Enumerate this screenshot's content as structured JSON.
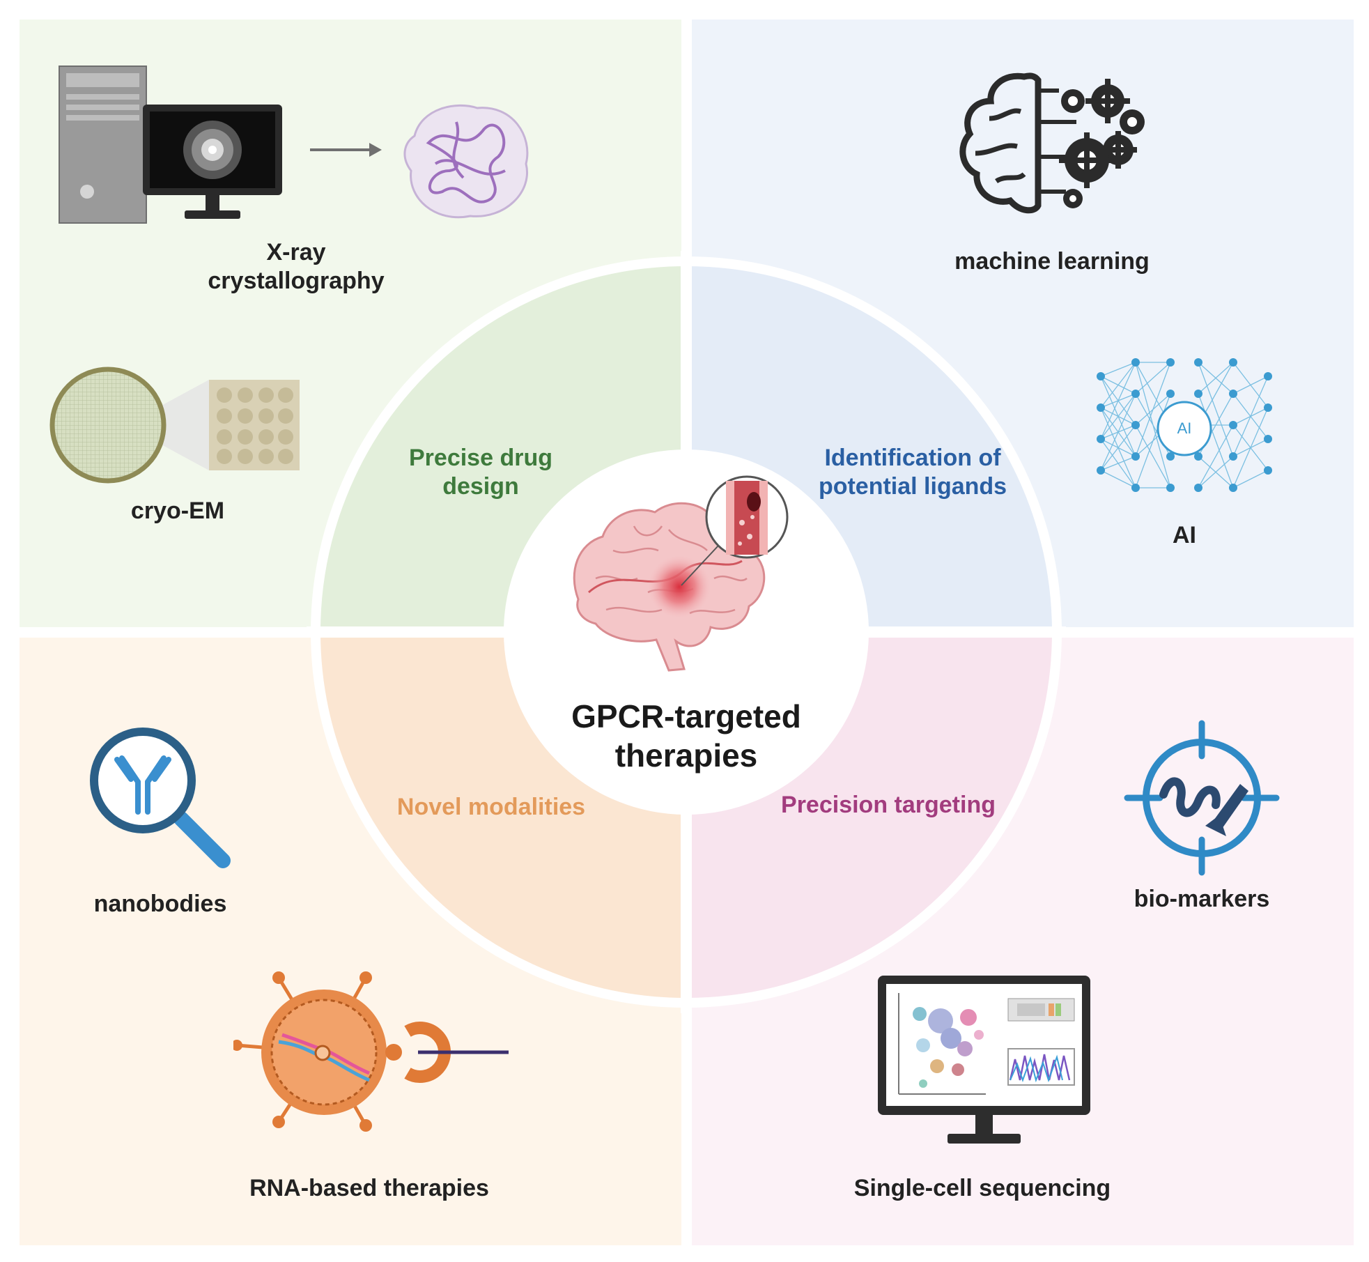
{
  "center": {
    "title_line1": "GPCR-targeted",
    "title_line2": "therapies"
  },
  "sectors": {
    "top_left": {
      "line1": "Precise drug",
      "line2": "design",
      "color": "#3e7a3c"
    },
    "top_right": {
      "line1": "Identification of",
      "line2": "potential ligands",
      "color": "#2a5fa3"
    },
    "bottom_left": {
      "line1": "Novel modalities",
      "color": "#e39a5a"
    },
    "bottom_right": {
      "line1": "Precision targeting",
      "color": "#a23c7e"
    }
  },
  "tools": {
    "xray": {
      "line1": "X-ray",
      "line2": "crystallography"
    },
    "cryo_em": {
      "label": "cryo-EM"
    },
    "machine_learning": {
      "label": "machine learning"
    },
    "ai": {
      "label": "AI",
      "badge": "AI"
    },
    "nanobodies": {
      "label": "nanobodies"
    },
    "rna": {
      "label": "RNA-based therapies"
    },
    "biomarkers": {
      "label": "bio-markers"
    },
    "single_cell": {
      "label": "Single-cell sequencing"
    }
  },
  "colors": {
    "green_bg": "#f2f8ec",
    "blue_bg": "#eef3fa",
    "orange_bg": "#fef5ea",
    "pink_bg": "#fcf2f7",
    "green_inner": "#e3efdb",
    "blue_inner": "#e4ecf7",
    "orange_inner": "#fbe6d2",
    "pink_inner": "#f8e4ee"
  }
}
